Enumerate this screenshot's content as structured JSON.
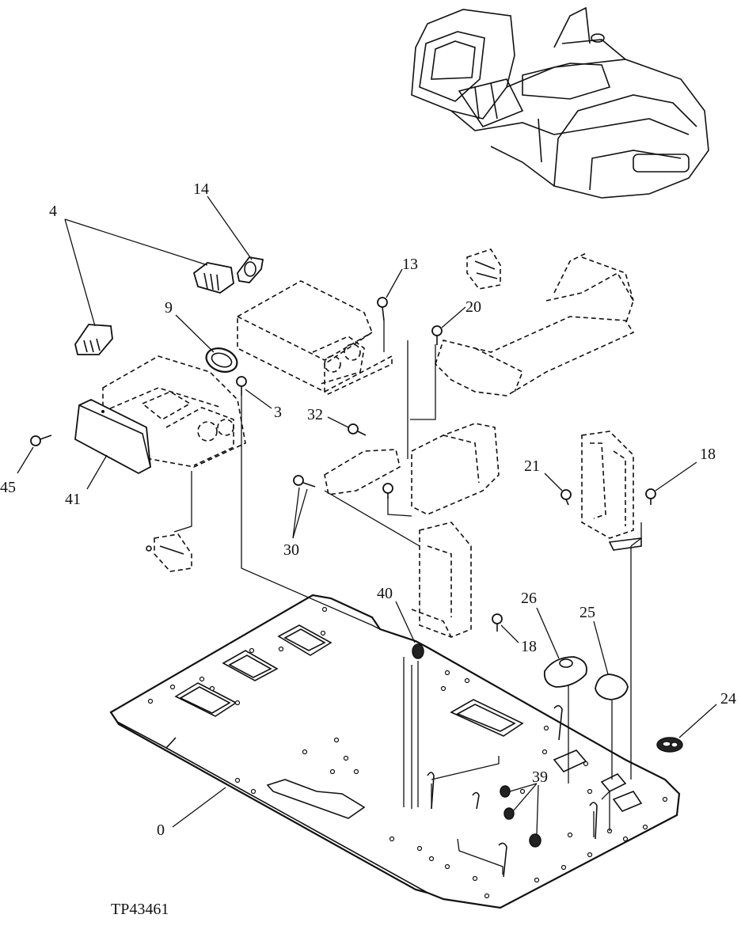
{
  "figure": {
    "id": "TP43461"
  },
  "callouts": {
    "c4": "4",
    "c14": "14",
    "c9": "9",
    "c13": "13",
    "c20": "20",
    "c3": "3",
    "c32": "32",
    "c45": "45",
    "c41": "41",
    "c30": "30",
    "c21": "21",
    "c18a": "18",
    "c18b": "18",
    "c40": "40",
    "c26": "26",
    "c25": "25",
    "c24": "24",
    "c39": "39",
    "c0": "0"
  }
}
